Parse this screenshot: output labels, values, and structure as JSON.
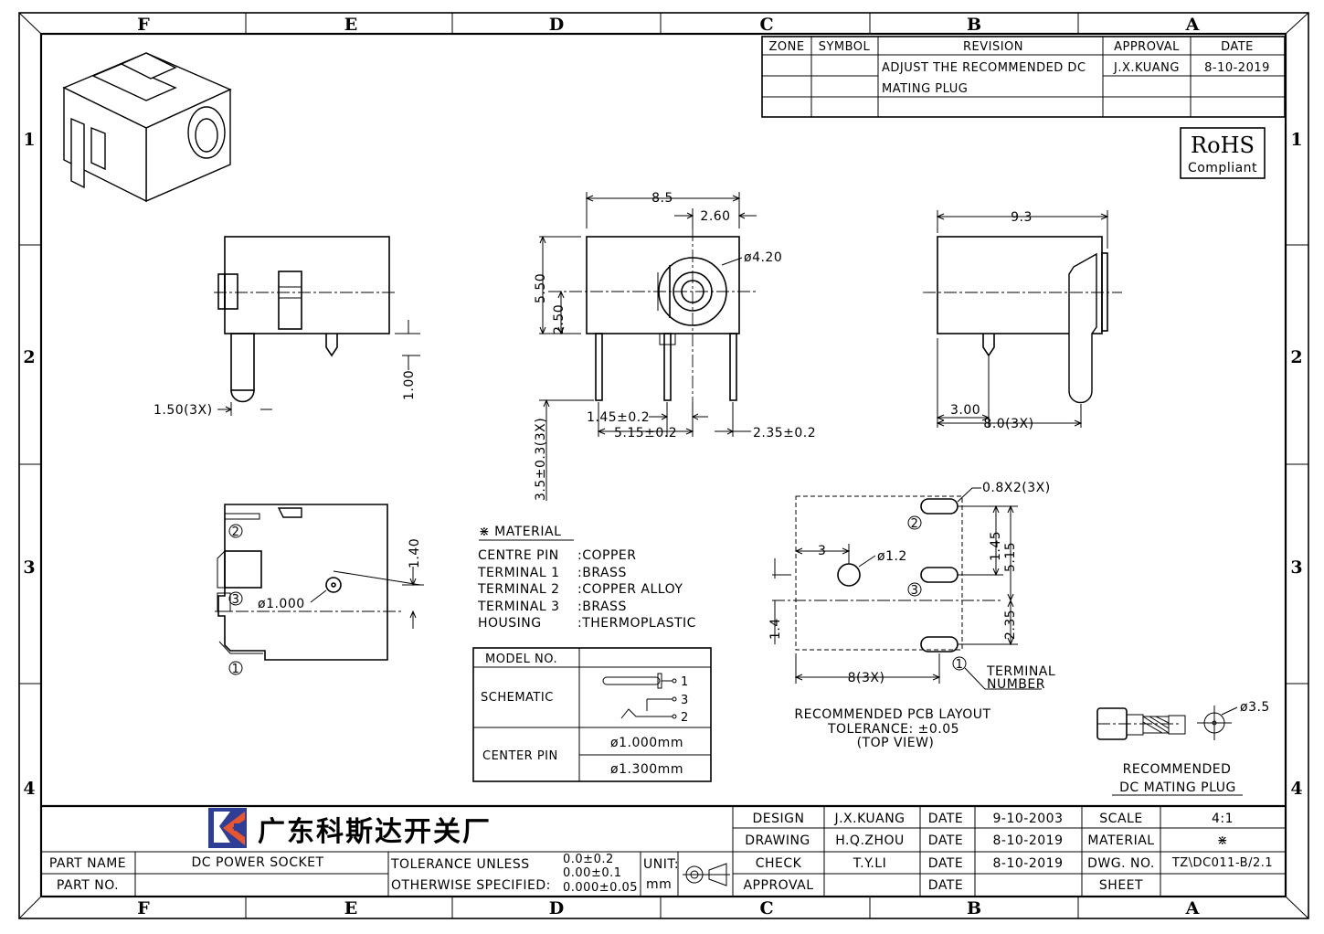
{
  "zones": {
    "columns": [
      "F",
      "E",
      "D",
      "C",
      "B",
      "A"
    ],
    "rows": [
      "1",
      "2",
      "3",
      "4"
    ]
  },
  "revision_table": {
    "headers": {
      "zone": "ZONE",
      "symbol": "SYMBOL",
      "revision": "REVISION",
      "approval": "APPROVAL",
      "date": "DATE"
    },
    "row1": {
      "revision_line1": "ADJUST THE RECOMMENDED DC",
      "revision_line2": "MATING PLUG",
      "approval": "J.X.KUANG",
      "date": "8-10-2019"
    }
  },
  "rohs": {
    "title": "RoHS",
    "subtitle": "Compliant"
  },
  "dimensions": {
    "front_width": "8.5",
    "front_offset": "2.60",
    "front_hole_dia": "ø4.20",
    "front_height": "5.50",
    "front_center_height": "2.50",
    "pin_pitch_1": "1.45±0.2",
    "pin_pitch_2": "5.15±0.2",
    "pin_pitch_3": "2.35±0.2",
    "pin_length": "3.5±0.3(3X)",
    "left_pin_width": "1.50(3X)",
    "left_pin_tip": "1.00",
    "right_depth": "9.3",
    "right_pin_offset": "3.00",
    "right_pin_span": "8.0(3X)",
    "bottom_hole_dia": "ø1.000",
    "bottom_offset": "1.40"
  },
  "material": {
    "title": "⋇ MATERIAL",
    "rows": [
      {
        "part": "CENTRE PIN",
        "value": ":COPPER"
      },
      {
        "part": "TERMINAL 1",
        "value": ":BRASS"
      },
      {
        "part": "TERMINAL 2",
        "value": ":COPPER ALLOY"
      },
      {
        "part": "TERMINAL 3",
        "value": ":BRASS"
      },
      {
        "part": "HOUSING",
        "value": ":THERMOPLASTIC"
      }
    ]
  },
  "model_table": {
    "model_no_label": "MODEL NO.",
    "schematic_label": "SCHEMATIC",
    "center_pin_label": "CENTER PIN",
    "center_pin_values": [
      "ø1.000mm",
      "ø1.300mm"
    ],
    "schematic_pins": [
      "1",
      "3",
      "2"
    ]
  },
  "pcb_layout": {
    "slot_size": "0.8X2(3X)",
    "pin_pitch_a": "1.45",
    "pin_pitch_b": "5.15",
    "pin_pitch_c": "2.35",
    "hole_offset": "3",
    "hole_dia": "ø1.2",
    "edge_offset": "1.4",
    "span": "8(3X)",
    "terminal_label_line1": "TERMINAL",
    "terminal_label_line2": "NUMBER",
    "caption_line1": "RECOMMENDED PCB LAYOUT",
    "caption_line2": "TOLERANCE: ±0.05",
    "caption_line3": "(TOP VIEW)",
    "terminal_numbers": [
      "2",
      "3",
      "1"
    ]
  },
  "mating_plug": {
    "dia": "ø3.5",
    "caption_line1": "RECOMMENDED",
    "caption_line2": "DC MATING PLUG"
  },
  "terminal_callouts": [
    "2",
    "3",
    "1"
  ],
  "title_block": {
    "company": "广东科斯达开关厂",
    "part_name_label": "PART NAME",
    "part_name": "DC POWER SOCKET",
    "part_no_label": "PART NO.",
    "tolerance_label_1": "TOLERANCE UNLESS",
    "tolerance_label_2": "OTHERWISE SPECIFIED:",
    "tolerance_values": [
      "0.0±0.2",
      "0.00±0.1",
      "0.000±0.05"
    ],
    "unit_label": "UNIT:",
    "unit_value": "mm",
    "design_label": "DESIGN",
    "design_by": "J.X.KUANG",
    "design_date": "9-10-2003",
    "drawing_label": "DRAWING",
    "drawing_by": "H.Q.ZHOU",
    "drawing_date": "8-10-2019",
    "check_label": "CHECK",
    "check_by": "T.Y.LI",
    "check_date": "8-10-2019",
    "approval_label": "APPROVAL",
    "date_label": "DATE",
    "scale_label": "SCALE",
    "scale": "4:1",
    "material_label": "MATERIAL",
    "material": "⋇",
    "dwg_no_label": "DWG. NO.",
    "dwg_no": "TZ\\DC011-B/2.1",
    "sheet_label": "SHEET"
  }
}
